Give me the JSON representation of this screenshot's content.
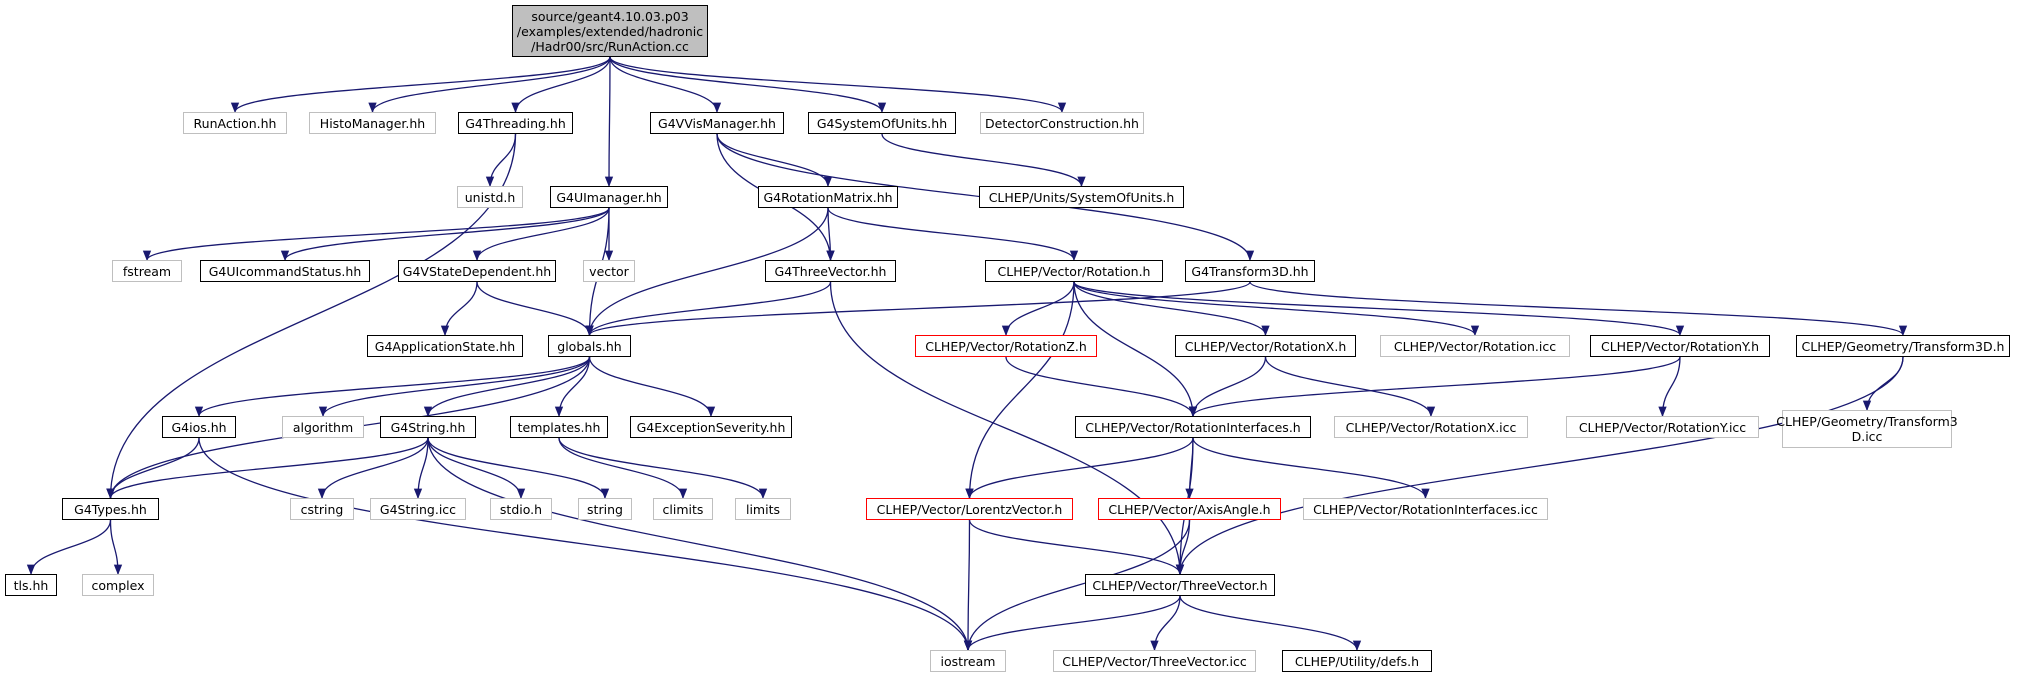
{
  "graph": {
    "edge_color": "#191970",
    "legend_colors": {
      "root_fill": "#bfbfbf",
      "normal_border": "#000000",
      "system_border": "#bfbfbf",
      "missing_border": "#ff0000"
    },
    "nodes": [
      {
        "id": "root",
        "label": "source/geant4.10.03.p03\n/examples/extended/hadronic\n/Hadr00/src/RunAction.cc",
        "kind": "root"
      },
      {
        "id": "runaction_hh",
        "label": "RunAction.hh",
        "kind": "system"
      },
      {
        "id": "histomanager_hh",
        "label": "HistoManager.hh",
        "kind": "system"
      },
      {
        "id": "g4threading_hh",
        "label": "G4Threading.hh",
        "kind": "normal"
      },
      {
        "id": "g4vvismanager_hh",
        "label": "G4VVisManager.hh",
        "kind": "normal"
      },
      {
        "id": "g4systemofunits_hh",
        "label": "G4SystemOfUnits.hh",
        "kind": "normal"
      },
      {
        "id": "detectorconstruction_hh",
        "label": "DetectorConstruction.hh",
        "kind": "system"
      },
      {
        "id": "unistd_h",
        "label": "unistd.h",
        "kind": "system"
      },
      {
        "id": "g4uimanager_hh",
        "label": "G4UImanager.hh",
        "kind": "normal"
      },
      {
        "id": "g4rotationmatrix_hh",
        "label": "G4RotationMatrix.hh",
        "kind": "normal"
      },
      {
        "id": "clhep_units_systemofunits_h",
        "label": "CLHEP/Units/SystemOfUnits.h",
        "kind": "normal"
      },
      {
        "id": "fstream",
        "label": "fstream",
        "kind": "system"
      },
      {
        "id": "g4uicommandstatus_hh",
        "label": "G4UIcommandStatus.hh",
        "kind": "normal"
      },
      {
        "id": "g4vstatedependent_hh",
        "label": "G4VStateDependent.hh",
        "kind": "normal"
      },
      {
        "id": "vector",
        "label": "vector",
        "kind": "system"
      },
      {
        "id": "g4threevector_hh",
        "label": "G4ThreeVector.hh",
        "kind": "normal"
      },
      {
        "id": "clhep_rotation_h",
        "label": "CLHEP/Vector/Rotation.h",
        "kind": "normal"
      },
      {
        "id": "g4transform3d_hh",
        "label": "G4Transform3D.hh",
        "kind": "normal"
      },
      {
        "id": "g4applicationstate_hh",
        "label": "G4ApplicationState.hh",
        "kind": "normal"
      },
      {
        "id": "globals_hh",
        "label": "globals.hh",
        "kind": "normal"
      },
      {
        "id": "clhep_rotationz_h",
        "label": "CLHEP/Vector/RotationZ.h",
        "kind": "missing"
      },
      {
        "id": "clhep_rotationx_h",
        "label": "CLHEP/Vector/RotationX.h",
        "kind": "normal"
      },
      {
        "id": "clhep_rotation_icc",
        "label": "CLHEP/Vector/Rotation.icc",
        "kind": "system"
      },
      {
        "id": "clhep_rotationy_h",
        "label": "CLHEP/Vector/RotationY.h",
        "kind": "normal"
      },
      {
        "id": "clhep_transform3d_h",
        "label": "CLHEP/Geometry/Transform3D.h",
        "kind": "normal"
      },
      {
        "id": "g4ios_hh",
        "label": "G4ios.hh",
        "kind": "normal"
      },
      {
        "id": "algorithm",
        "label": "algorithm",
        "kind": "system"
      },
      {
        "id": "g4string_hh",
        "label": "G4String.hh",
        "kind": "normal"
      },
      {
        "id": "templates_hh",
        "label": "templates.hh",
        "kind": "normal"
      },
      {
        "id": "g4exceptionseverity_hh",
        "label": "G4ExceptionSeverity.hh",
        "kind": "normal"
      },
      {
        "id": "clhep_rotationinterfaces_h",
        "label": "CLHEP/Vector/RotationInterfaces.h",
        "kind": "normal"
      },
      {
        "id": "clhep_rotationx_icc",
        "label": "CLHEP/Vector/RotationX.icc",
        "kind": "system"
      },
      {
        "id": "clhep_rotationy_icc",
        "label": "CLHEP/Vector/RotationY.icc",
        "kind": "system"
      },
      {
        "id": "clhep_transform3d_icc",
        "label": "CLHEP/Geometry/Transform3\nD.icc",
        "kind": "system"
      },
      {
        "id": "g4types_hh",
        "label": "G4Types.hh",
        "kind": "normal"
      },
      {
        "id": "cstring",
        "label": "cstring",
        "kind": "system"
      },
      {
        "id": "g4string_icc",
        "label": "G4String.icc",
        "kind": "system"
      },
      {
        "id": "stdio_h",
        "label": "stdio.h",
        "kind": "system"
      },
      {
        "id": "string",
        "label": "string",
        "kind": "system"
      },
      {
        "id": "climits",
        "label": "climits",
        "kind": "system"
      },
      {
        "id": "limits",
        "label": "limits",
        "kind": "system"
      },
      {
        "id": "clhep_lorentzvector_h",
        "label": "CLHEP/Vector/LorentzVector.h",
        "kind": "missing"
      },
      {
        "id": "clhep_axisangle_h",
        "label": "CLHEP/Vector/AxisAngle.h",
        "kind": "missing"
      },
      {
        "id": "clhep_rotationinterfaces_icc",
        "label": "CLHEP/Vector/RotationInterfaces.icc",
        "kind": "system"
      },
      {
        "id": "tls_hh",
        "label": "tls.hh",
        "kind": "normal"
      },
      {
        "id": "complex",
        "label": "complex",
        "kind": "system"
      },
      {
        "id": "clhep_threevector_h",
        "label": "CLHEP/Vector/ThreeVector.h",
        "kind": "normal"
      },
      {
        "id": "iostream",
        "label": "iostream",
        "kind": "system"
      },
      {
        "id": "clhep_threevector_icc",
        "label": "CLHEP/Vector/ThreeVector.icc",
        "kind": "system"
      },
      {
        "id": "clhep_utility_defs_h",
        "label": "CLHEP/Utility/defs.h",
        "kind": "normal"
      }
    ],
    "edges": [
      [
        "root",
        "runaction_hh"
      ],
      [
        "root",
        "histomanager_hh"
      ],
      [
        "root",
        "g4threading_hh"
      ],
      [
        "root",
        "g4uimanager_hh"
      ],
      [
        "root",
        "g4vvismanager_hh"
      ],
      [
        "root",
        "g4systemofunits_hh"
      ],
      [
        "root",
        "detectorconstruction_hh"
      ],
      [
        "g4threading_hh",
        "g4types_hh"
      ],
      [
        "g4threading_hh",
        "unistd_h"
      ],
      [
        "g4vvismanager_hh",
        "g4rotationmatrix_hh"
      ],
      [
        "g4vvismanager_hh",
        "g4threevector_hh"
      ],
      [
        "g4vvismanager_hh",
        "g4transform3d_hh"
      ],
      [
        "g4systemofunits_hh",
        "clhep_units_systemofunits_h"
      ],
      [
        "g4uimanager_hh",
        "fstream"
      ],
      [
        "g4uimanager_hh",
        "g4uicommandstatus_hh"
      ],
      [
        "g4uimanager_hh",
        "g4vstatedependent_hh"
      ],
      [
        "g4uimanager_hh",
        "vector"
      ],
      [
        "g4uimanager_hh",
        "globals_hh"
      ],
      [
        "g4rotationmatrix_hh",
        "globals_hh"
      ],
      [
        "g4rotationmatrix_hh",
        "g4threevector_hh"
      ],
      [
        "g4rotationmatrix_hh",
        "clhep_rotation_h"
      ],
      [
        "g4vstatedependent_hh",
        "g4applicationstate_hh"
      ],
      [
        "g4vstatedependent_hh",
        "globals_hh"
      ],
      [
        "g4threevector_hh",
        "globals_hh"
      ],
      [
        "g4threevector_hh",
        "clhep_threevector_h"
      ],
      [
        "clhep_rotation_h",
        "clhep_rotationz_h"
      ],
      [
        "clhep_rotation_h",
        "clhep_rotationx_h"
      ],
      [
        "clhep_rotation_h",
        "clhep_rotation_icc"
      ],
      [
        "clhep_rotation_h",
        "clhep_rotationy_h"
      ],
      [
        "clhep_rotation_h",
        "clhep_rotationinterfaces_h"
      ],
      [
        "clhep_rotation_h",
        "clhep_lorentzvector_h"
      ],
      [
        "g4transform3d_hh",
        "globals_hh"
      ],
      [
        "g4transform3d_hh",
        "clhep_transform3d_h"
      ],
      [
        "globals_hh",
        "g4ios_hh"
      ],
      [
        "globals_hh",
        "algorithm"
      ],
      [
        "globals_hh",
        "g4string_hh"
      ],
      [
        "globals_hh",
        "templates_hh"
      ],
      [
        "globals_hh",
        "g4exceptionseverity_hh"
      ],
      [
        "globals_hh",
        "g4types_hh"
      ],
      [
        "clhep_rotationz_h",
        "clhep_rotationinterfaces_h"
      ],
      [
        "clhep_rotationx_h",
        "clhep_rotationinterfaces_h"
      ],
      [
        "clhep_rotationx_h",
        "clhep_rotationx_icc"
      ],
      [
        "clhep_rotationy_h",
        "clhep_rotationinterfaces_h"
      ],
      [
        "clhep_rotationy_h",
        "clhep_rotationy_icc"
      ],
      [
        "clhep_transform3d_h",
        "clhep_transform3d_icc"
      ],
      [
        "clhep_transform3d_h",
        "clhep_threevector_h"
      ],
      [
        "g4ios_hh",
        "g4types_hh"
      ],
      [
        "g4ios_hh",
        "iostream"
      ],
      [
        "g4string_hh",
        "g4types_hh"
      ],
      [
        "g4string_hh",
        "cstring"
      ],
      [
        "g4string_hh",
        "g4string_icc"
      ],
      [
        "g4string_hh",
        "stdio_h"
      ],
      [
        "g4string_hh",
        "string"
      ],
      [
        "g4string_hh",
        "iostream"
      ],
      [
        "templates_hh",
        "climits"
      ],
      [
        "templates_hh",
        "limits"
      ],
      [
        "clhep_rotationinterfaces_h",
        "clhep_lorentzvector_h"
      ],
      [
        "clhep_rotationinterfaces_h",
        "clhep_axisangle_h"
      ],
      [
        "clhep_rotationinterfaces_h",
        "clhep_rotationinterfaces_icc"
      ],
      [
        "clhep_rotationinterfaces_h",
        "clhep_threevector_h"
      ],
      [
        "g4types_hh",
        "tls_hh"
      ],
      [
        "g4types_hh",
        "complex"
      ],
      [
        "clhep_lorentzvector_h",
        "iostream"
      ],
      [
        "clhep_lorentzvector_h",
        "clhep_threevector_h"
      ],
      [
        "clhep_axisangle_h",
        "iostream"
      ],
      [
        "clhep_axisangle_h",
        "clhep_threevector_h"
      ],
      [
        "clhep_threevector_h",
        "iostream"
      ],
      [
        "clhep_threevector_h",
        "clhep_threevector_icc"
      ],
      [
        "clhep_threevector_h",
        "clhep_utility_defs_h"
      ]
    ]
  }
}
